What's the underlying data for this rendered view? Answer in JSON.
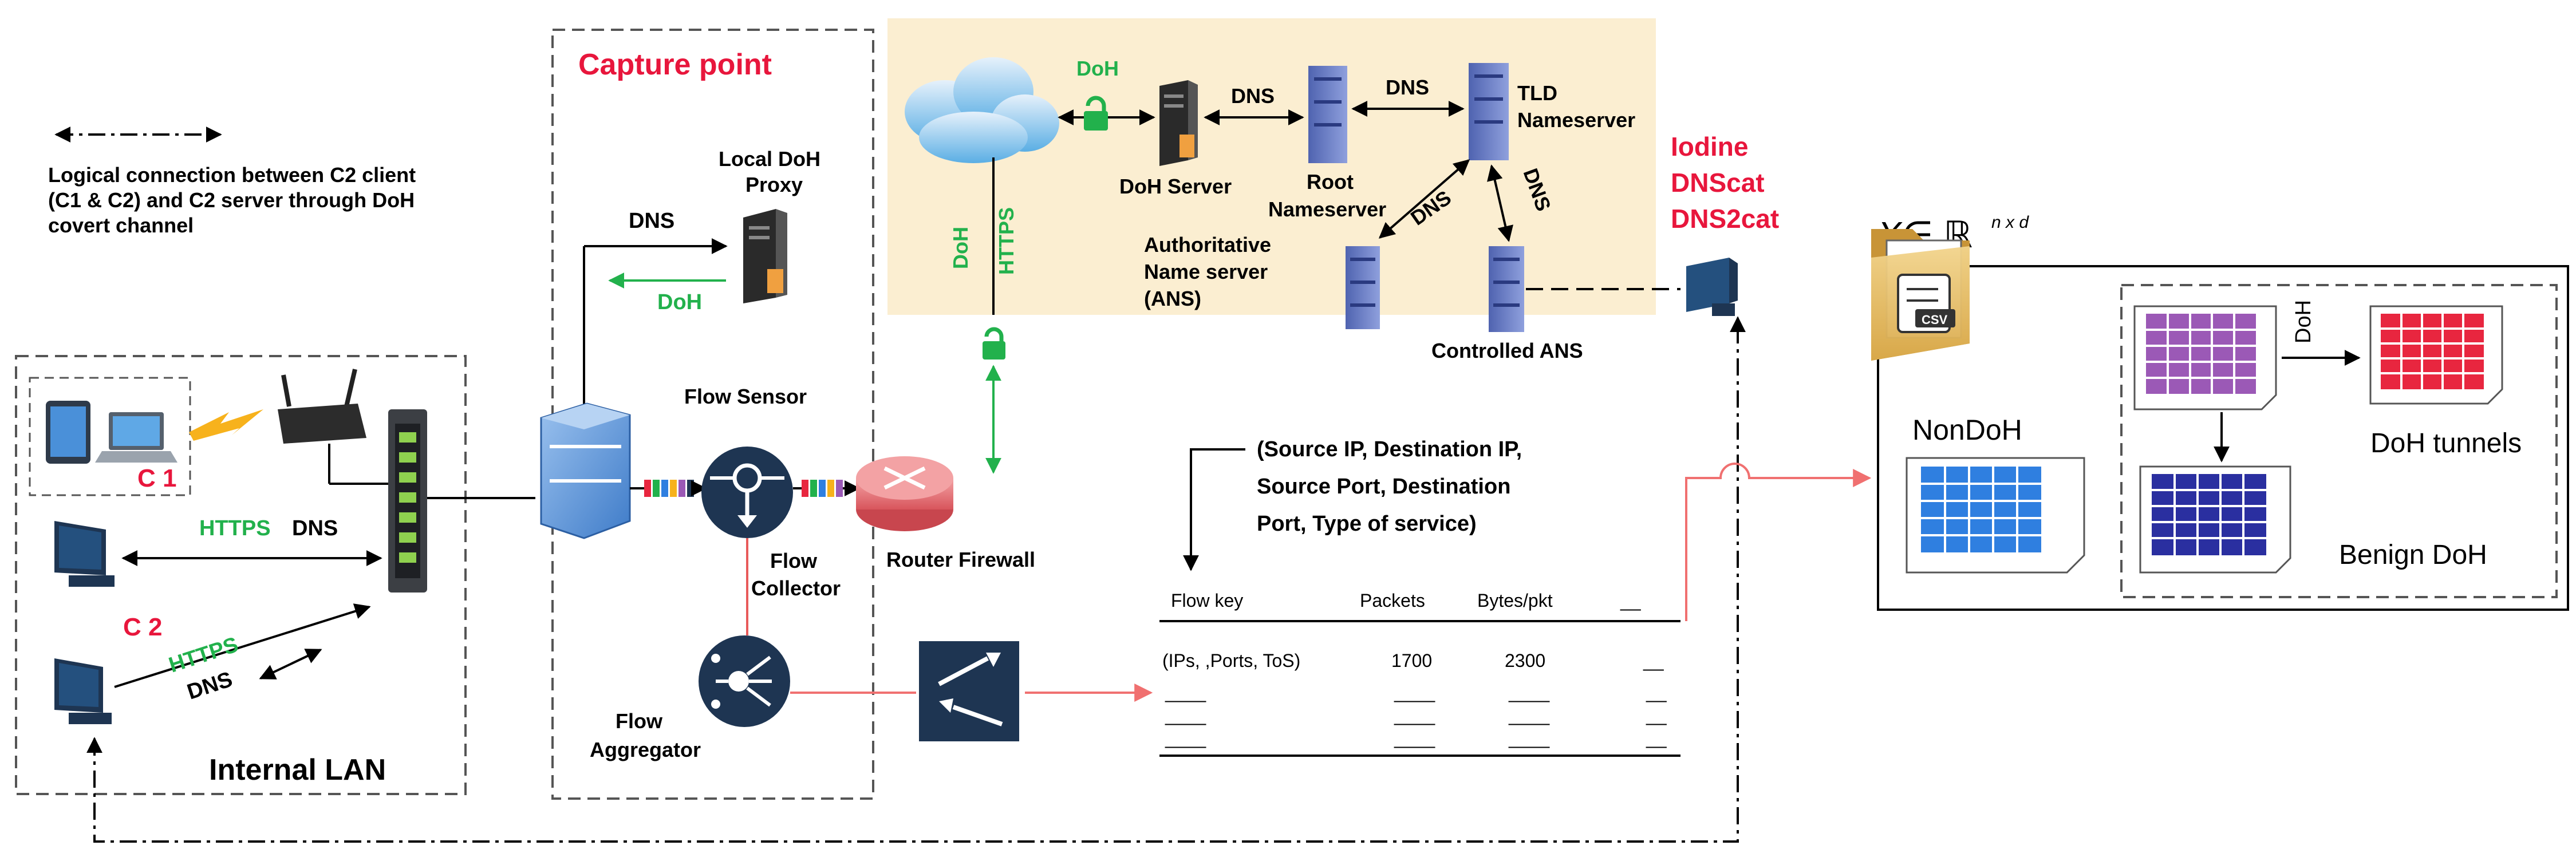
{
  "legend": {
    "description_lines": [
      "Logical connection between  C2 client",
      "(C1 & C2) and C2 server through DoH",
      "covert channel"
    ]
  },
  "capture_point": {
    "label": "Capture point"
  },
  "internal_lan": {
    "label": "Internal LAN",
    "c1": "C 1",
    "c2": "C 2"
  },
  "proxy": {
    "label_line1": "Local DoH",
    "label_line2": "Proxy",
    "dns": "DNS",
    "doh": "DoH"
  },
  "flow": {
    "sensor": "Flow Sensor",
    "collector_line1": "Flow",
    "collector_line2": "Collector",
    "aggregator_line1": "Flow",
    "aggregator_line2": "Aggregator",
    "router": "Router Firewall"
  },
  "lan_links": {
    "https1": "HTTPS",
    "dns1": "DNS",
    "https2": "HTTPS",
    "dns2": "DNS"
  },
  "dns_area": {
    "doh_top": "DoH",
    "doh_server": "DoH Server",
    "dns1": "DNS",
    "root_line1": "Root",
    "root_line2": "Nameserver",
    "dns2": "DNS",
    "tld_line1": "TLD",
    "tld_line2": "Nameserver",
    "dns3": "DNS",
    "dns4": "DNS",
    "ans_line1": "Authoritative",
    "ans_line2": "Name server",
    "ans_line3": "(ANS)",
    "controlled_ans": "Controlled ANS",
    "doh_vertical": "DoH",
    "https_vertical": "HTTPS"
  },
  "tools": [
    "Iodine",
    "DNScat",
    "DNS2cat"
  ],
  "flow_key_desc": [
    "(Source IP, Destination IP,",
    "Source Port, Destination",
    "Port, Type of service)"
  ],
  "flow_table": {
    "headers": [
      "Flow key",
      "Packets",
      "Bytes/pkt",
      "__"
    ],
    "row1": [
      "(IPs, ,Ports, ToS)",
      "1700",
      "2300",
      "__"
    ],
    "blank_mark": "____",
    "blank_mark_short": "__"
  },
  "dataset": {
    "math_label": "X∈ ℝ",
    "math_sup": "n x d",
    "csv": "CSV",
    "nondoh": "NonDoH",
    "doh_arrow": "DoH",
    "doh_tunnels": "DoH tunnels",
    "benign": "Benign DoH"
  },
  "colors": {
    "capture_red": "#e8163c",
    "doh_green": "#22b14c",
    "cloud_top": "#e6f1fb",
    "device_dark": "#1e3552",
    "server_blue": "#6a7fc8",
    "dns_panel": "#fbeed1",
    "router": "#e8787c",
    "switch": "#5b8fd1",
    "table_purple": "#9b59b6",
    "table_red": "#e8263f",
    "table_blue": "#2f7fe0",
    "table_navy": "#2a2fa0"
  }
}
